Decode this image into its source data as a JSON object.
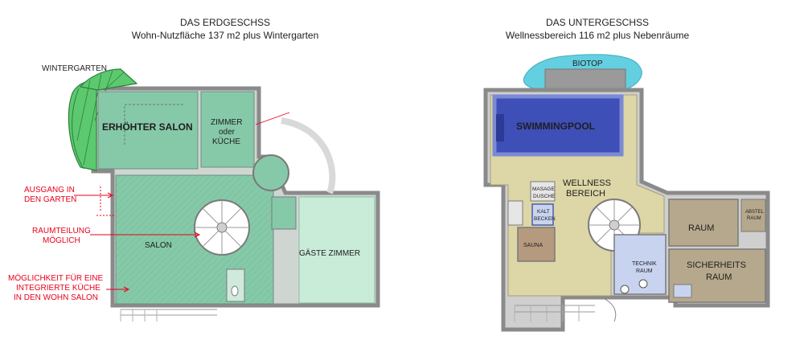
{
  "left_plan": {
    "title": "DAS ERDGESCHSS",
    "subtitle": "Wohn-Nutzfläche 137 m2 plus Wintergarten",
    "rooms": {
      "wintergarten": "WINTERGARTEN",
      "erhoehter_salon": "ERHÖHTER SALON",
      "zimmer_line1": "ZIMMER",
      "zimmer_line2": "oder",
      "zimmer_line3": "KÜCHE",
      "salon": "SALON",
      "gaeste_zimmer": "GÄSTE ZIMMER"
    },
    "annotations": {
      "ausgang_line1": "AUSGANG IN",
      "ausgang_line2": "DEN GARTEN",
      "raumteilung_line1": "RAUMTEILUNG",
      "raumteilung_line2": "MÖGLICH",
      "kueche_line1": "MÖGLICHKEIT FÜR EINE",
      "kueche_line2": "INTEGRIERTE KÜCHE",
      "kueche_line3": "IN DEN WOHN SALON"
    }
  },
  "right_plan": {
    "title": "DAS UNTERGESCHSS",
    "subtitle": "Wellnessbereich 116 m2 plus Nebenräume",
    "rooms": {
      "biotop": "BIOTOP",
      "swimmingpool": "SWIMMINGPOOL",
      "wellness_line1": "WELLNESS",
      "wellness_line2": "BEREICH",
      "masage_line1": "MASAGE",
      "masage_line2": "DUSCHE",
      "kalt_line1": "KALT",
      "kalt_line2": "BECKEN",
      "sauna": "SAUNA",
      "technik_line1": "TECHNIK",
      "technik_line2": "RAUM",
      "raum": "RAUM",
      "sicherheits_line1": "SICHERHEITS",
      "sicherheits_line2": "RAUM",
      "abstell_line1": "ABSTEL",
      "abstell_line2": "RAUM"
    }
  },
  "colors": {
    "wall": "#8a8a8a",
    "green_room": "#86c9a9",
    "green_light": "#c9ecd9",
    "wellness_floor": "#ddd6a6",
    "pool_blue": "#3e4fb8",
    "biotop_cyan": "#63cfe0",
    "annotation_red": "#e8001c"
  }
}
